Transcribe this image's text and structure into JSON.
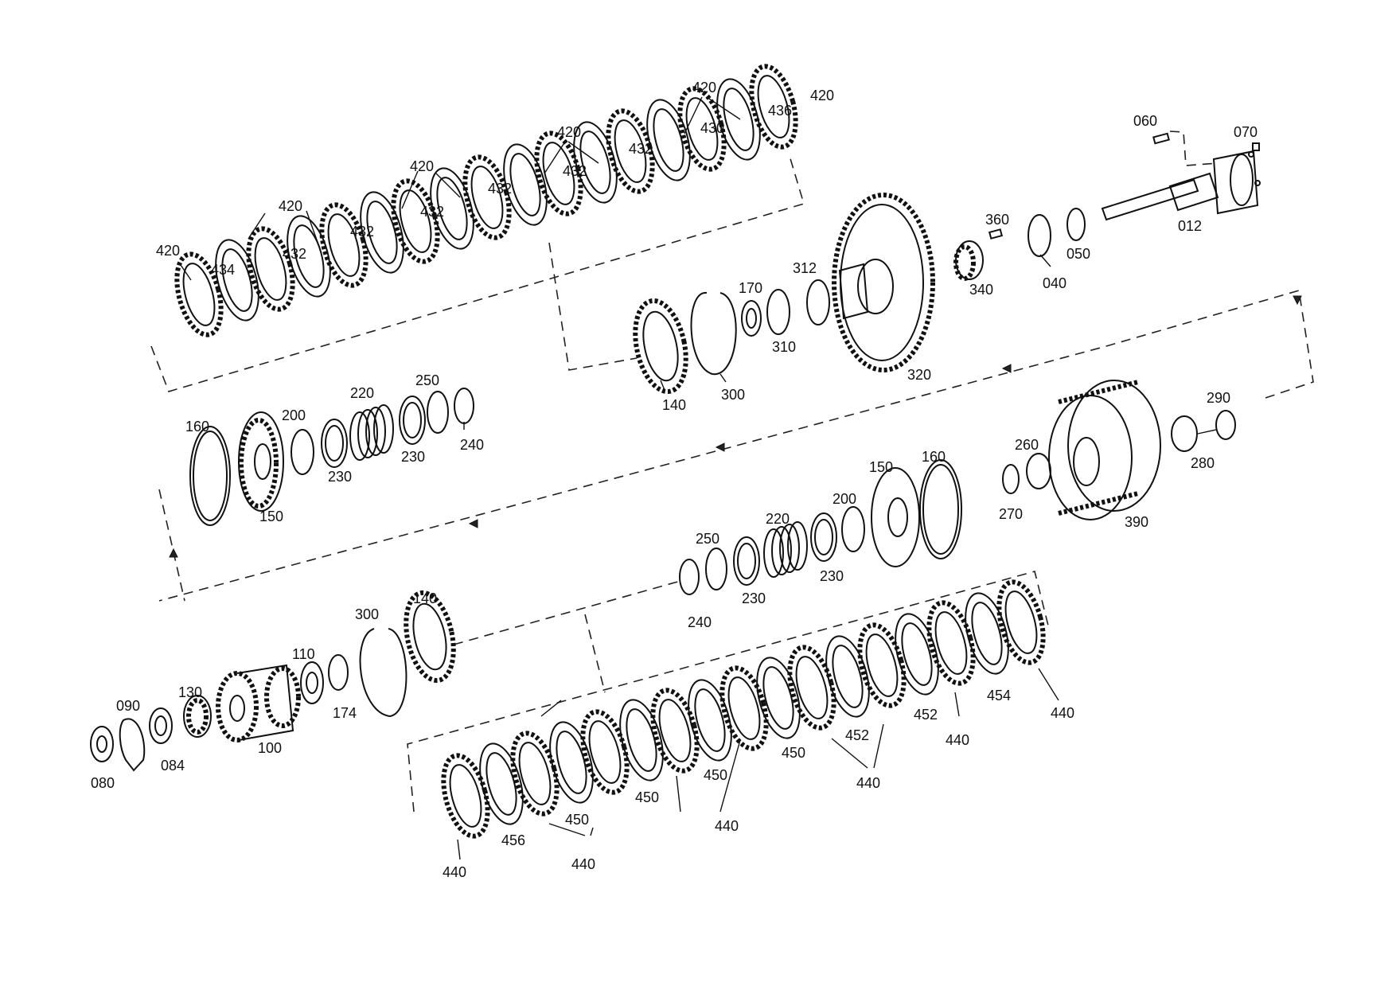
{
  "diagram": {
    "labels": [
      {
        "id": "l1",
        "text": "420"
      },
      {
        "id": "l2",
        "text": "434"
      },
      {
        "id": "l3",
        "text": "420"
      },
      {
        "id": "l4",
        "text": "432"
      },
      {
        "id": "l5",
        "text": "432"
      },
      {
        "id": "l6",
        "text": "420"
      },
      {
        "id": "l7",
        "text": "432"
      },
      {
        "id": "l8",
        "text": "432"
      },
      {
        "id": "l9",
        "text": "420"
      },
      {
        "id": "l10",
        "text": "432"
      },
      {
        "id": "l11",
        "text": "432"
      },
      {
        "id": "l12",
        "text": "420"
      },
      {
        "id": "l13",
        "text": "430"
      },
      {
        "id": "l14",
        "text": "436"
      },
      {
        "id": "l15",
        "text": "420"
      },
      {
        "id": "l16",
        "text": "060"
      },
      {
        "id": "l17",
        "text": "070"
      },
      {
        "id": "l18",
        "text": "012"
      },
      {
        "id": "l19",
        "text": "360"
      },
      {
        "id": "l20",
        "text": "050"
      },
      {
        "id": "l21",
        "text": "040"
      },
      {
        "id": "l22",
        "text": "340"
      },
      {
        "id": "l23",
        "text": "312"
      },
      {
        "id": "l24",
        "text": "170"
      },
      {
        "id": "l25",
        "text": "310"
      },
      {
        "id": "l26",
        "text": "320"
      },
      {
        "id": "l27",
        "text": "300"
      },
      {
        "id": "l28",
        "text": "140"
      },
      {
        "id": "l29",
        "text": "160"
      },
      {
        "id": "l30",
        "text": "150"
      },
      {
        "id": "l31",
        "text": "200"
      },
      {
        "id": "l32",
        "text": "230"
      },
      {
        "id": "l33",
        "text": "220"
      },
      {
        "id": "l34",
        "text": "230"
      },
      {
        "id": "l35",
        "text": "250"
      },
      {
        "id": "l36",
        "text": "240"
      },
      {
        "id": "l37",
        "text": "290"
      },
      {
        "id": "l38",
        "text": "280"
      },
      {
        "id": "l39",
        "text": "260"
      },
      {
        "id": "l40",
        "text": "270"
      },
      {
        "id": "l41",
        "text": "390"
      },
      {
        "id": "l42",
        "text": "150"
      },
      {
        "id": "l43",
        "text": "160"
      },
      {
        "id": "l44",
        "text": "200"
      },
      {
        "id": "l45",
        "text": "220"
      },
      {
        "id": "l46",
        "text": "230"
      },
      {
        "id": "l47",
        "text": "250"
      },
      {
        "id": "l48",
        "text": "230"
      },
      {
        "id": "l49",
        "text": "240"
      },
      {
        "id": "l50",
        "text": "140"
      },
      {
        "id": "l51",
        "text": "300"
      },
      {
        "id": "l52",
        "text": "110"
      },
      {
        "id": "l53",
        "text": "174"
      },
      {
        "id": "l54",
        "text": "130"
      },
      {
        "id": "l55",
        "text": "090"
      },
      {
        "id": "l56",
        "text": "084"
      },
      {
        "id": "l57",
        "text": "100"
      },
      {
        "id": "l58",
        "text": "080"
      },
      {
        "id": "l59",
        "text": "440"
      },
      {
        "id": "l60",
        "text": "456"
      },
      {
        "id": "l61",
        "text": "450"
      },
      {
        "id": "l62",
        "text": "440"
      },
      {
        "id": "l63",
        "text": "450"
      },
      {
        "id": "l64",
        "text": "450"
      },
      {
        "id": "l65",
        "text": "440"
      },
      {
        "id": "l66",
        "text": "450"
      },
      {
        "id": "l67",
        "text": "452"
      },
      {
        "id": "l68",
        "text": "440"
      },
      {
        "id": "l69",
        "text": "452"
      },
      {
        "id": "l70",
        "text": "440"
      },
      {
        "id": "l71",
        "text": "454"
      },
      {
        "id": "l72",
        "text": "440"
      }
    ]
  }
}
